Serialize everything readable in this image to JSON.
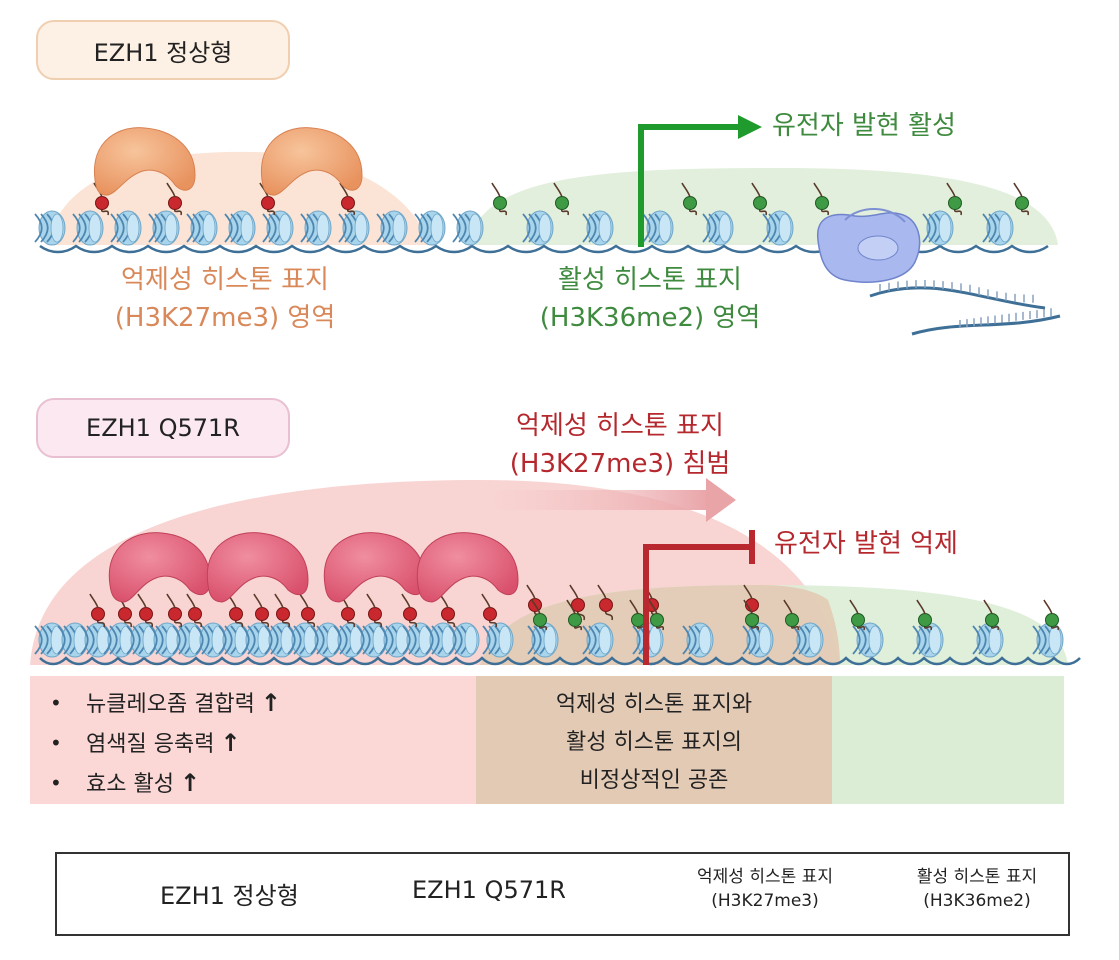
{
  "top_panel": {
    "label": "EZH1 정상형",
    "activation_label": "유전자 발현 활성",
    "repressive_region_lines": [
      "억제성 히스톤 표지",
      "(H3K27me3) 영역"
    ],
    "active_region_lines": [
      "활성 히스톤 표지",
      "(H3K36me2) 영역"
    ]
  },
  "bottom_panel": {
    "label": "EZH1 Q571R",
    "invasion_lines": [
      "억제성 히스톤 표지",
      "(H3K27me3) 침범"
    ],
    "repression_label": "유전자 발현 억제",
    "effects": [
      "뉴클레오좀 결합력",
      "염색질 응축력",
      "효소 활성"
    ],
    "coexistence_lines": [
      "억제성 히스톤 표지와",
      "활성 히스톤 표지의",
      "비정상적인 공존"
    ]
  },
  "legend": {
    "wildtype": "EZH1 정상형",
    "mutant": "EZH1 Q571R",
    "repressive_mark": "억제성 히스톤 표지",
    "repressive_mark_code": "(H3K27me3)",
    "active_mark": "활성 히스톤 표지",
    "active_mark_code": "(H3K36me2)"
  },
  "colors": {
    "wildtype_protein": "#f0a070",
    "mutant_protein": "#e0607a",
    "repressive_mark": "#c8282e",
    "active_mark": "#3f9a45",
    "nucleosome": "#a8d4ec",
    "dna": "#3e6f96",
    "activation_arrow": "#1f9a2c",
    "repression_arrow": "#b8282e",
    "wildtype_text": "#d9885a",
    "active_text": "#3e8a3e",
    "repression_text": "#b5282e",
    "repressive_zone": "#f8d5d3",
    "active_zone": "#dcedd6",
    "overlap_zone": "#e3cbb6"
  }
}
